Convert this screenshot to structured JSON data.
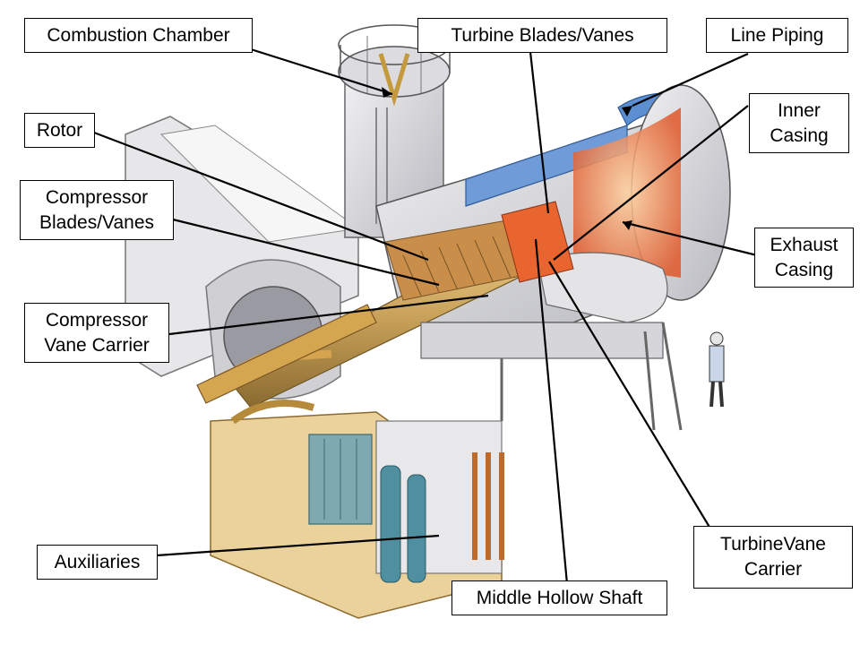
{
  "labels": {
    "combustion_chamber": "Combustion Chamber",
    "turbine_blades_vanes": "Turbine Blades/Vanes",
    "line_piping": "Line Piping",
    "rotor": "Rotor",
    "inner_casing": "Inner\nCasing",
    "compressor_blades_vanes": "Compressor\nBlades/Vanes",
    "exhaust_casing": "Exhaust\nCasing",
    "compressor_vane_carrier": "Compressor\nVane Carrier",
    "turbine_vane_carrier": "TurbineVane\nCarrier",
    "auxiliaries": "Auxiliaries",
    "middle_hollow_shaft": "Middle Hollow Shaft"
  },
  "colors": {
    "casing": "#d9d9dc",
    "casing_dark": "#a9aab0",
    "shaft": "#c9a25a",
    "blades": "#c98f4a",
    "hot_section": "#e8652f",
    "piping": "#5b8fd1",
    "aux_base": "#e9c98a",
    "cabinet": "#7fa9b0",
    "leader": "#000000"
  }
}
